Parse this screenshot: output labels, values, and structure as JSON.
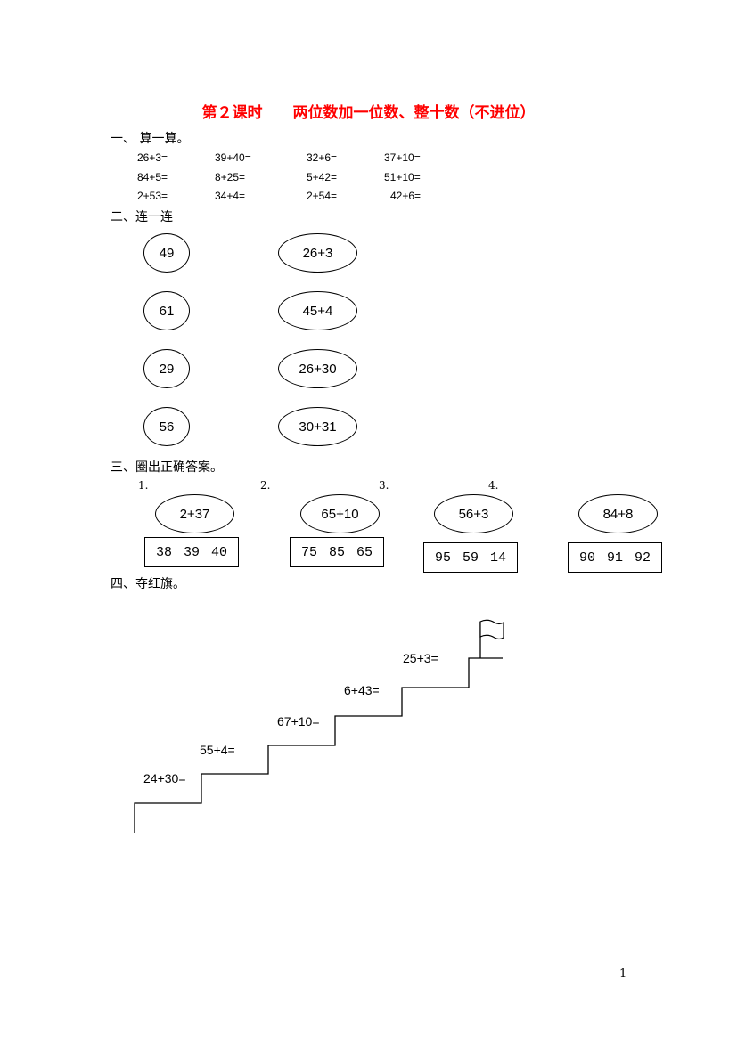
{
  "title": "第２课时　　两位数加一位数、整十数（不进位）",
  "colors": {
    "title": "#ff0000",
    "text": "#000000"
  },
  "section1": {
    "heading": "一、 算一算。",
    "rows": [
      [
        "26+3=",
        "39+40=",
        "32+6=",
        "37+10="
      ],
      [
        "84+5=",
        "8+25=",
        "5+42=",
        "51+10="
      ],
      [
        "2+53=",
        "34+4=",
        "2+54=",
        "42+6="
      ]
    ]
  },
  "section2": {
    "heading": "二、连一连",
    "left": [
      "49",
      "61",
      "29",
      "56"
    ],
    "right": [
      "26+3",
      "45+4",
      "26+30",
      "30+31"
    ]
  },
  "section3": {
    "heading": "三、圈出正确答案。",
    "items": [
      {
        "num": "1.",
        "question": "2+37",
        "options": "38  39  40"
      },
      {
        "num": "2.",
        "question": "65+10",
        "options": "75  85  65"
      },
      {
        "num": "3.",
        "question": "56+3",
        "options": "95  59  14"
      },
      {
        "num": "4.",
        "question": "84+8",
        "options": "90  91  92"
      }
    ]
  },
  "section4": {
    "heading": "四、夺红旗。",
    "steps": [
      "24+30=",
      "55+4=",
      "67+10=",
      "6+43=",
      "25+3="
    ]
  },
  "page_number": "1"
}
